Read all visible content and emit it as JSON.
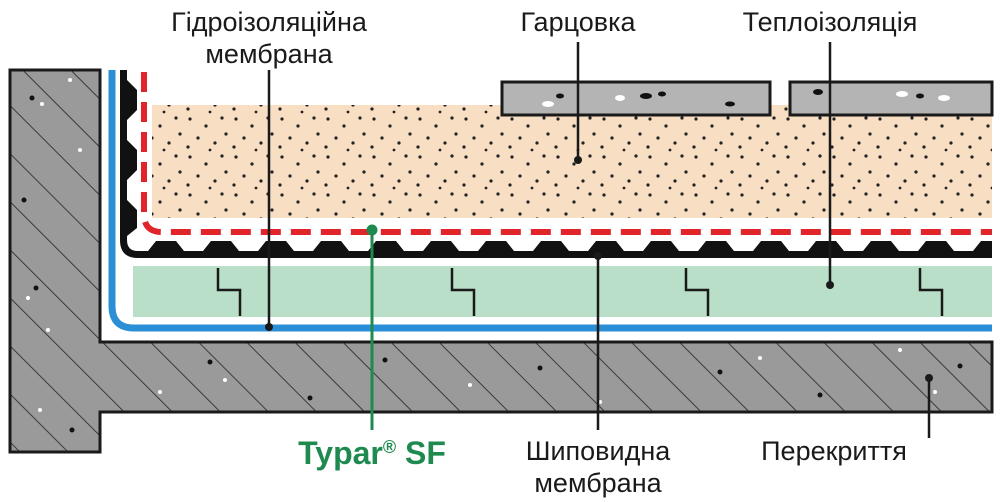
{
  "labels": {
    "waterproofing_membrane": [
      "Гідроізоляційна",
      "мембрана"
    ],
    "paving": "Гарцовка",
    "thermal_insulation": "Теплоізоляція",
    "typar": "Typar",
    "typar_reg": "®",
    "typar_suffix": " SF",
    "dimpled_membrane": [
      "Шиповидна",
      "мембрана"
    ],
    "slab": "Перекриття"
  },
  "colors": {
    "concrete": "#9a9a9a",
    "concrete_outline": "#1a1a1a",
    "paving": "#b4b4b4",
    "sand": "#f8dfc4",
    "insulation": "#b9dfc8",
    "waterproofing": "#2a8fd6",
    "geotextile": "#e0242a",
    "dimpled": "#111111",
    "typar_label": "#1f8a4f"
  }
}
